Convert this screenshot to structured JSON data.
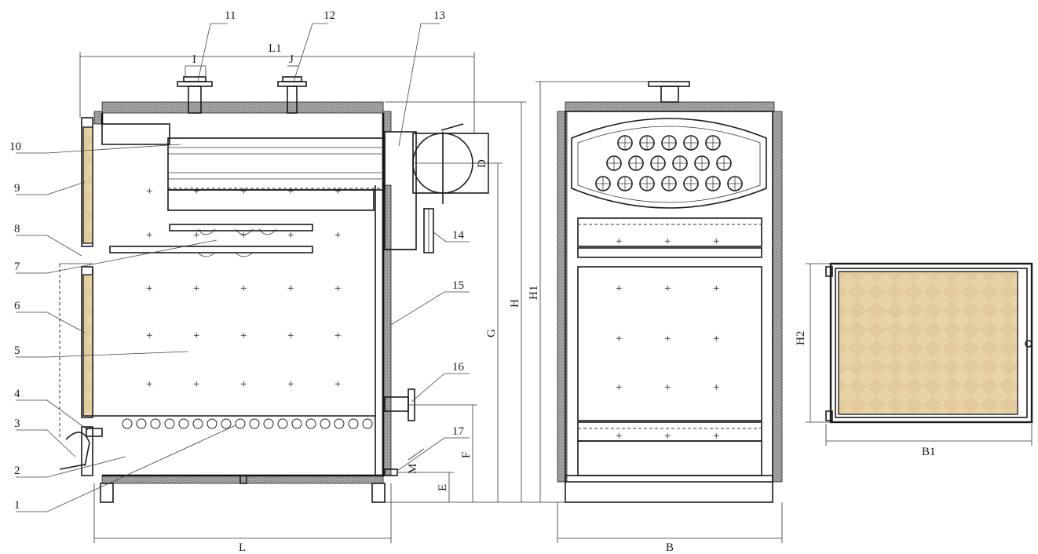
{
  "callouts": [
    "1",
    "2",
    "3",
    "4",
    "5",
    "6",
    "7",
    "8",
    "9",
    "10",
    "11",
    "12",
    "13",
    "14",
    "15",
    "16",
    "17"
  ],
  "dimensions": {
    "L1": "L1",
    "L": "L",
    "I": "I",
    "J": "J",
    "D": "D",
    "H": "H",
    "H1": "H1",
    "G": "G",
    "F": "F",
    "E": "E",
    "M": "M",
    "B": "B",
    "B1": "B1",
    "H2": "H2"
  },
  "colors": {
    "line": "#1a1a1a",
    "insulation": "#9a9a9a",
    "glass_fill": "#e6cfa2"
  }
}
